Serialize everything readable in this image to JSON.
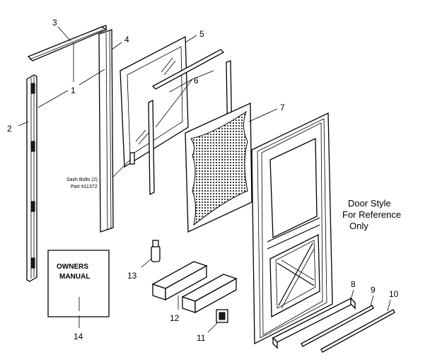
{
  "labels": {
    "p1": "1",
    "p2": "2",
    "p3": "3",
    "p4": "4",
    "p5": "5",
    "p6": "6",
    "p7": "7",
    "p8": "8",
    "p9": "9",
    "p10": "10",
    "p11": "11",
    "p12": "12",
    "p13": "13",
    "p14": "14"
  },
  "notes": {
    "sash_bolts_line1": "Sash Bolts (2)",
    "sash_bolts_line2": "Part #11372"
  },
  "door_reference": {
    "line1": "Door Style",
    "line2": "For Reference",
    "line3": "Only"
  },
  "manual": {
    "line1": "OWNERS",
    "line2": "MANUAL"
  }
}
